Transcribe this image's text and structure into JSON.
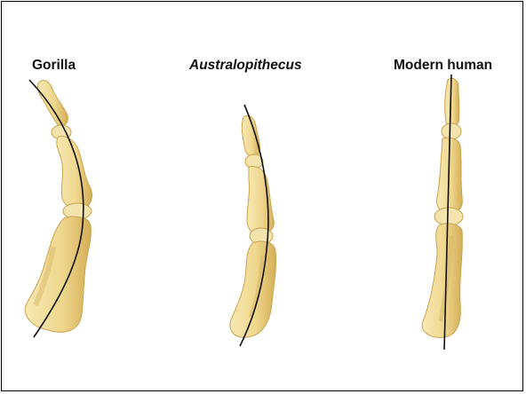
{
  "specimens": [
    {
      "name": "Gorilla",
      "italic": false,
      "curvature": "strongly curved"
    },
    {
      "name": "Australopithecus",
      "italic": true,
      "curvature": "moderately curved"
    },
    {
      "name": "Modern human",
      "italic": false,
      "curvature": "straight"
    }
  ],
  "colors": {
    "bone_fill": "#f0dc9c",
    "bone_shadow": "#d8b865",
    "bone_outline": "#c9a44f",
    "curve_line": "#111111",
    "border": "#000000"
  }
}
